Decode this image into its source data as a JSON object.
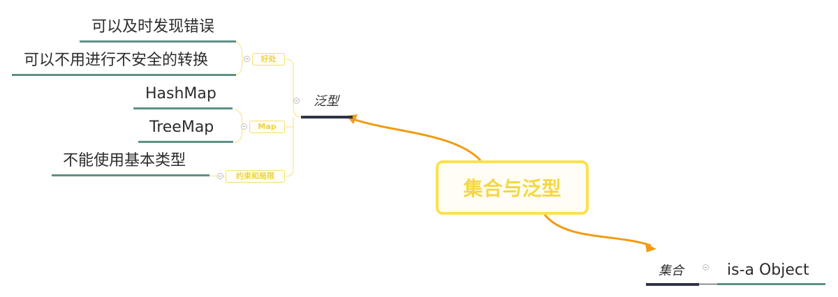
{
  "central": {
    "title": "集合与泛型"
  },
  "branches": {
    "generics": {
      "label": "泛型",
      "groups": {
        "benefits": {
          "tag": "好处",
          "items": [
            "可以及时发现错误",
            "可以不用进行不安全的转换"
          ]
        },
        "map": {
          "tag": "Map",
          "items": [
            "HashMap",
            "TreeMap"
          ]
        },
        "limits": {
          "tag": "约束和局限",
          "items": [
            "不能使用基本类型"
          ]
        }
      }
    },
    "collections": {
      "label": "集合",
      "items": [
        "is-a Object"
      ]
    }
  },
  "colors": {
    "central_border": "#fbe24c",
    "central_text": "#f6d741",
    "connector_orange": "#f29b12",
    "tag_border": "#f3df6a",
    "leaf_underline": "#5d9184",
    "branch_underline": "#2f3347"
  }
}
